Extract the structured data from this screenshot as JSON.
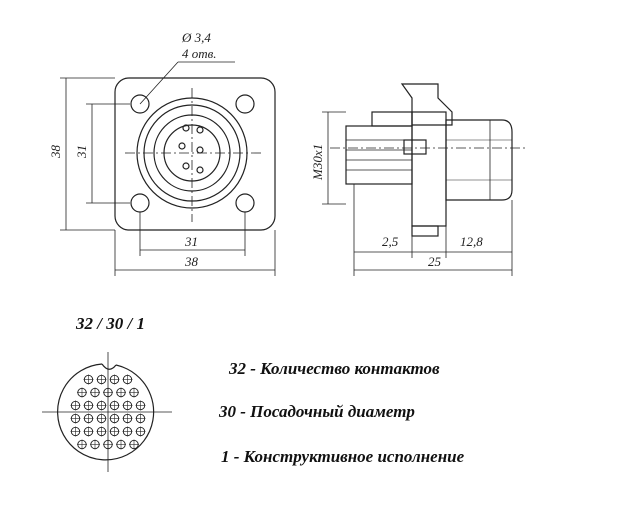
{
  "title_code": "32 / 30 / 1",
  "dimensions": {
    "hole": "Ø 3,4",
    "hole_count": "4 отв.",
    "front_height_outer": "38",
    "front_height_inner": "31",
    "front_width_inner": "31",
    "front_width_outer": "38",
    "side_thread": "M30x1",
    "side_flange": "2,5",
    "side_body": "12,8",
    "side_total": "25"
  },
  "legend": [
    {
      "value": "32",
      "sep": "-",
      "label": "Количество контактов"
    },
    {
      "value": "30",
      "sep": "-",
      "label": "Посадочный диаметр"
    },
    {
      "value": "1",
      "sep": "-",
      "label": "Конструктивное исполнение"
    }
  ],
  "colors": {
    "ink": "#222222",
    "background": "#ffffff"
  }
}
